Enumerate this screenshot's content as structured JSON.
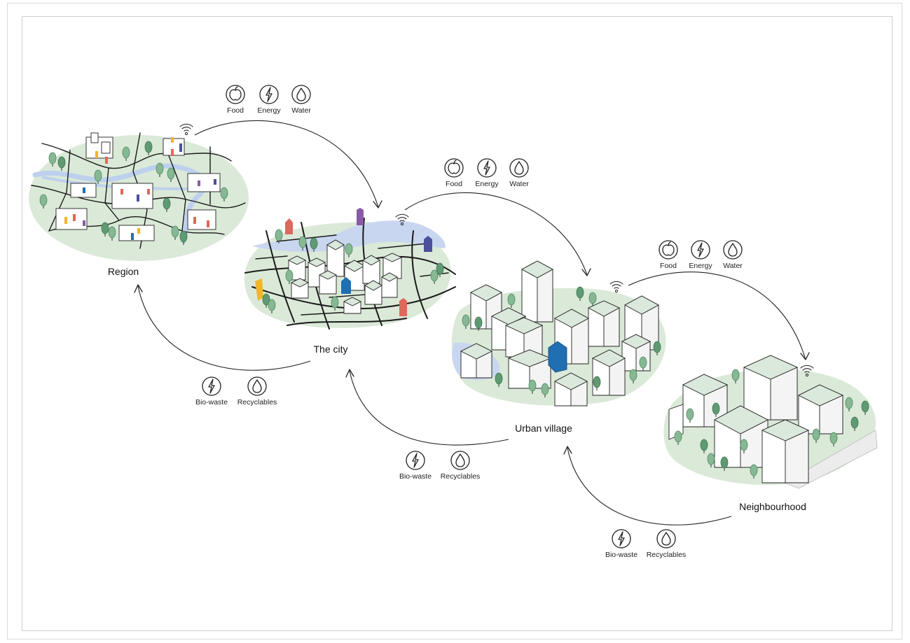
{
  "stages": [
    {
      "id": "region",
      "label": "Region"
    },
    {
      "id": "city",
      "label": "The city"
    },
    {
      "id": "urban-village",
      "label": "Urban village"
    },
    {
      "id": "neighbourhood",
      "label": "Neighbourhood"
    }
  ],
  "supply_flows": [
    {
      "from": "region",
      "to": "city",
      "items": [
        {
          "icon": "apple-icon",
          "label": "Food"
        },
        {
          "icon": "lightning-icon",
          "label": "Energy"
        },
        {
          "icon": "water-drop-icon",
          "label": "Water"
        }
      ]
    },
    {
      "from": "city",
      "to": "urban-village",
      "items": [
        {
          "icon": "apple-icon",
          "label": "Food"
        },
        {
          "icon": "lightning-icon",
          "label": "Energy"
        },
        {
          "icon": "water-drop-icon",
          "label": "Water"
        }
      ]
    },
    {
      "from": "urban-village",
      "to": "neighbourhood",
      "items": [
        {
          "icon": "apple-icon",
          "label": "Food"
        },
        {
          "icon": "lightning-icon",
          "label": "Energy"
        },
        {
          "icon": "water-drop-icon",
          "label": "Water"
        }
      ]
    }
  ],
  "return_flows": [
    {
      "from": "city",
      "to": "region",
      "items": [
        {
          "icon": "lightning-icon",
          "label": "Bio-waste"
        },
        {
          "icon": "water-drop-icon",
          "label": "Recyclables"
        }
      ]
    },
    {
      "from": "urban-village",
      "to": "city",
      "items": [
        {
          "icon": "lightning-icon",
          "label": "Bio-waste"
        },
        {
          "icon": "water-drop-icon",
          "label": "Recyclables"
        }
      ]
    },
    {
      "from": "neighbourhood",
      "to": "urban-village",
      "items": [
        {
          "icon": "lightning-icon",
          "label": "Bio-waste"
        },
        {
          "icon": "water-drop-icon",
          "label": "Recyclables"
        }
      ]
    }
  ],
  "colors": {
    "greenery": "#d6e6d4",
    "greenery_dark": "#b9d3b9",
    "tree": "#7fb08a",
    "tree_dark": "#4f8a62",
    "water": "#c9d6ef",
    "accent_red": "#e0685a",
    "accent_blue": "#1f6fb2",
    "accent_purple": "#8b5aa6",
    "accent_navy": "#4b4f9c",
    "accent_yellow": "#f2b629"
  }
}
